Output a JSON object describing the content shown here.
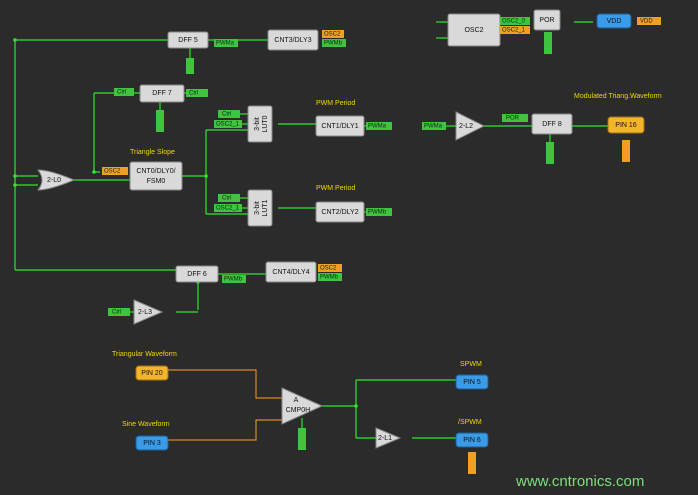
{
  "colors": {
    "background": "#2b2b2b",
    "wire": "#2ee62e",
    "wire_orange": "#d98a1f",
    "block": "#d9d9d9",
    "label_green": "#3fc43f",
    "label_orange": "#f0a020",
    "pin_yellow": "#f3b62a",
    "pin_blue": "#3a9be8",
    "title_yellow": "#f0d800"
  },
  "blocks": {
    "dff5": "DFF 5",
    "cnt3": "CNT3/DLY3",
    "osc2": "OSC2",
    "por": "POR",
    "vdd_top": "VDD",
    "dff7": "DFF 7",
    "cnt0_l1": "CNT0/DLY0/",
    "cnt0_l2": "FSM0",
    "gate_2l0": "2-L0",
    "lut0_l1": "3-bit",
    "lut0_l2": "LUT0",
    "cnt1": "CNT1/DLY1",
    "lut1_l1": "3-bit",
    "lut1_l2": "LUT1",
    "cnt2": "CNT2/DLY2",
    "gate_2l2": "2-L2",
    "dff8": "DFF 8",
    "pin16": "PIN 16",
    "dff6": "DFF 6",
    "cnt4": "CNT4/DLY4",
    "gate_2l3": "2-L3",
    "pin20": "PIN 20",
    "pin3": "PIN 3",
    "acmp_l1": "A",
    "acmp_l2": "CMP0H",
    "pin5": "PIN 5",
    "gate_2l1": "2-L1",
    "pin6": "PIN 6"
  },
  "labels": {
    "pwma": "PWMa",
    "pwmb": "PWMb",
    "osc2_0": "OSC2_0",
    "osc2_1": "OSC2_1",
    "osc2": "OSC2",
    "ctrl": "Ctrl",
    "por": "POR",
    "vdd": "VDD",
    "ctrl_short": "Ctl",
    "osc2_trunc": "OSC2_1"
  },
  "titles": {
    "triangle_slope": "Triangle Slope",
    "pwm_period_1": "PWM Period",
    "pwm_period_2": "PWM Period",
    "modulated": "Modulated Triang.Waveform",
    "triangular": "Triangular Waveform",
    "sine": "Sine Waveform",
    "spwm": "SPWM",
    "nspwm": "/SPWM"
  },
  "watermark": "www.cntronics.com"
}
